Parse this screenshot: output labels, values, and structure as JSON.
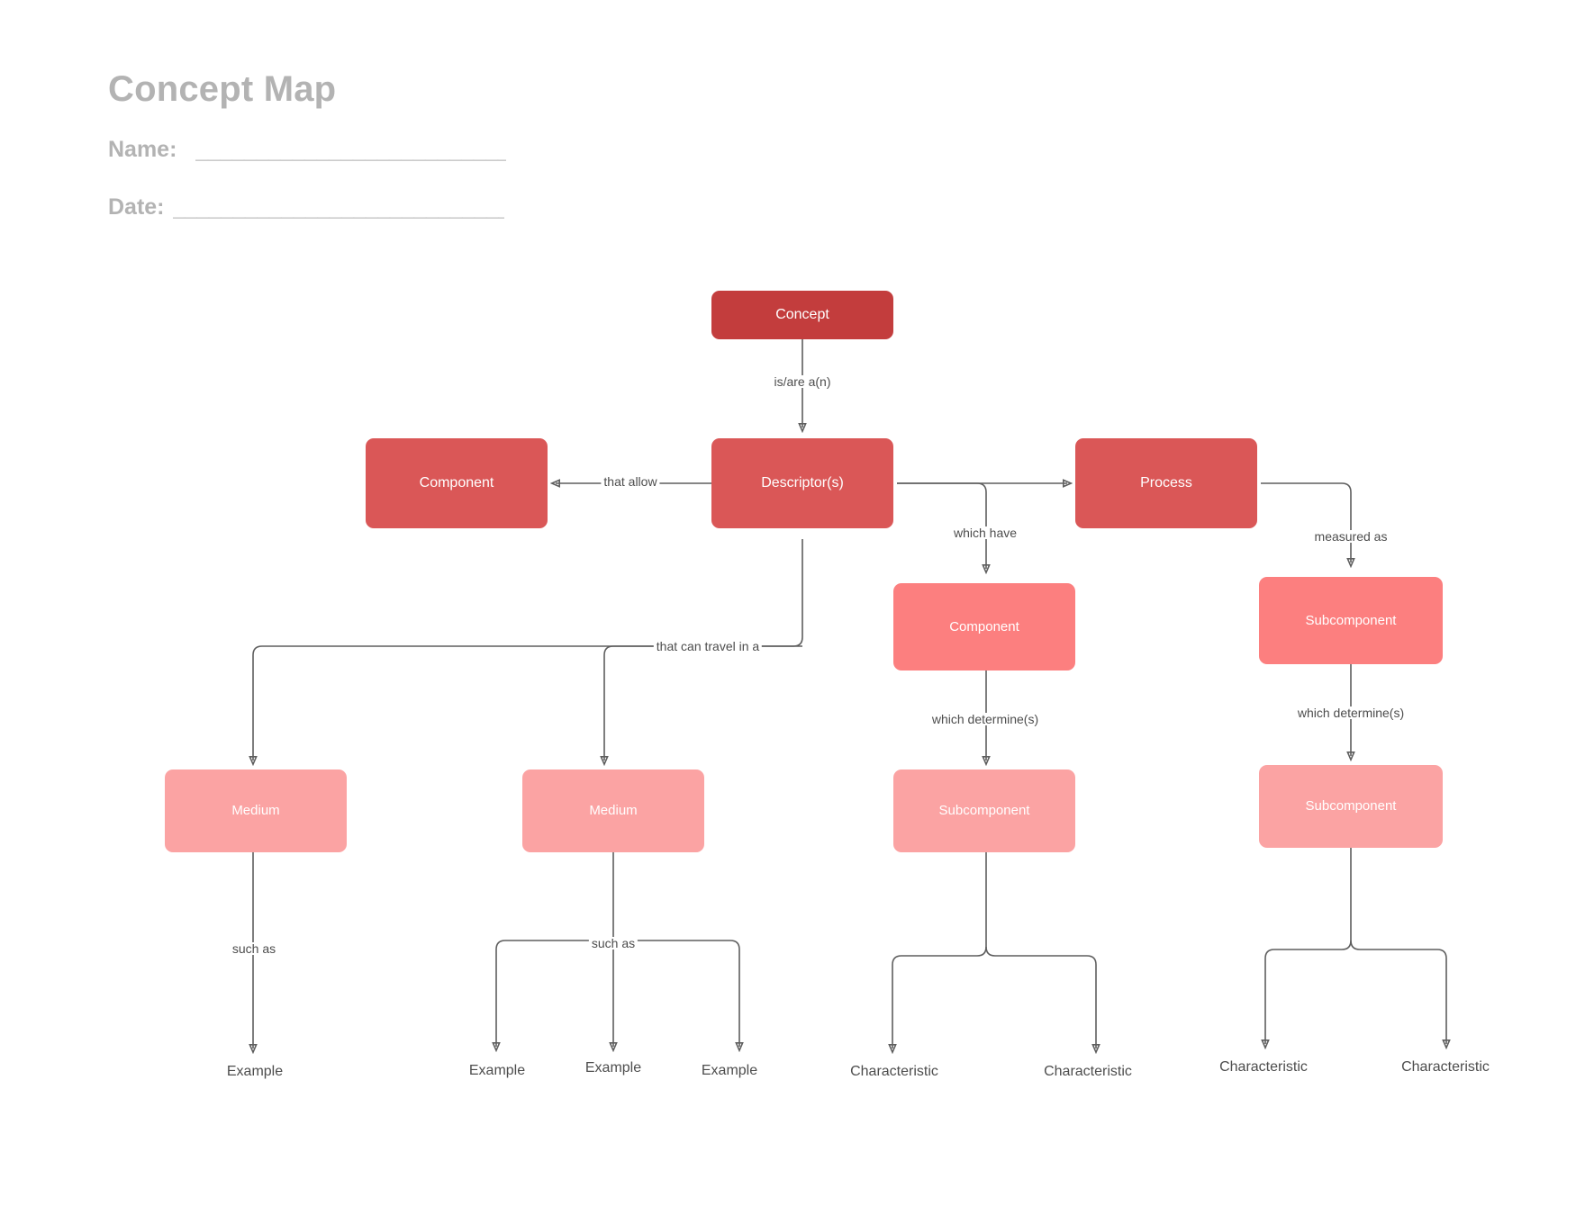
{
  "header": {
    "title": "Concept Map",
    "name_label": "Name:",
    "name_value": "",
    "name_rule": "_______________________________",
    "date_label": "Date:",
    "date_value": "",
    "date_rule": "_________________________________"
  },
  "colors": {
    "level1": "#c33d3d",
    "level2": "#da5757",
    "level3": "#fc7f7f",
    "level4": "#fba3a3",
    "connector": "#5e5e5e",
    "leaf_text": "#4d4d4d",
    "header_text": "#b3b3b3",
    "background": "#ffffff"
  },
  "nodes": {
    "concept": "Concept",
    "component_left": "Component",
    "descriptors": "Descriptor(s)",
    "process": "Process",
    "component_mid": "Component",
    "subcomponent_right": "Subcomponent",
    "medium_a": "Medium",
    "medium_b": "Medium",
    "subcomponent_mid": "Subcomponent",
    "subcomponent_far": "Subcomponent"
  },
  "leaves": {
    "example_1": "Example",
    "example_2": "Example",
    "example_3": "Example",
    "example_4": "Example",
    "characteristic_1": "Characteristic",
    "characteristic_2": "Characteristic",
    "characteristic_3": "Characteristic",
    "characteristic_4": "Characteristic"
  },
  "edge_labels": {
    "is_are": "is/are a(n)",
    "that_allow": "that allow",
    "which_have": "which have",
    "measured_as": "measured as",
    "that_can_travel": "that can travel in a",
    "which_determine_mid": "which determine(s)",
    "which_determine_right": "which determine(s)",
    "such_as_left": "such as",
    "such_as_right": "such as"
  }
}
